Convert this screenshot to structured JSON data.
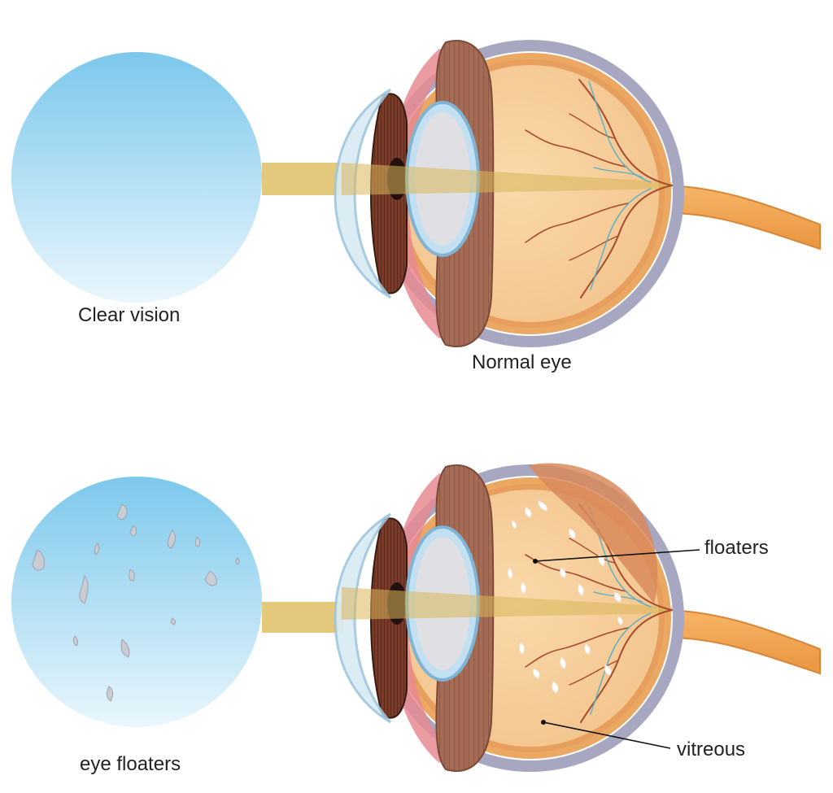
{
  "labels": {
    "clear_vision": "Clear vision",
    "normal_eye": "Normal eye",
    "eye_floaters": "eye floaters",
    "floaters": "floaters",
    "vitreous": "vitreous"
  },
  "colors": {
    "vision_sky": "#7cc8ec",
    "vision_light": "#eaf6fc",
    "light_beam": "#e3c676",
    "sclera_outline": "#a7a7c2",
    "eyeball_fill": "#f7d2a0",
    "eyeball_rim": "#eaa862",
    "choroid": "#e89e5c",
    "ciliary_body": "#a56b54",
    "iris": "#6b3222",
    "pupil": "#241010",
    "lens": "#c2e0f1",
    "cornea": "#d8ebf5",
    "vessel": "#a84a2e",
    "vessel_alt": "#5bb0c8",
    "optic_nerve": "#f0a552",
    "floater": "#ffffff",
    "text": "#222222"
  },
  "icons": [
    "eyeball-cross-section",
    "vision-disc"
  ]
}
